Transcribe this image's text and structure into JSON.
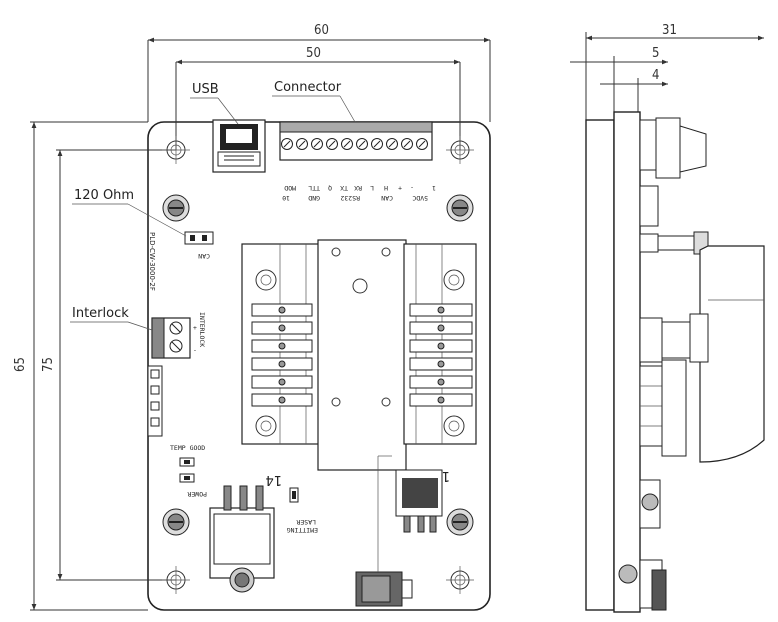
{
  "dimensions": {
    "width_outer": "60",
    "width_holes": "50",
    "height_outer": "65",
    "height_holes": "75",
    "side_depth": "31",
    "side_a": "5",
    "side_b": "4"
  },
  "callouts": {
    "usb": "USB",
    "connector": "Connector",
    "ohm": "120 Ohm",
    "interlock": "Interlock"
  },
  "connector_pins": [
    "MOD",
    "TTL",
    "Q",
    "TX",
    "RX",
    "L",
    "H",
    "+",
    "-"
  ],
  "connector_groups": {
    "gnd": "GND",
    "rs232": "RS232",
    "can": "CAN",
    "vdc": "5VDC",
    "pin1": "1",
    "pin10": "10"
  },
  "board_text": {
    "model": "PLD-CW-3000-2F",
    "can": "CAN",
    "interlock": "INTERLOCK",
    "temp_good": "TEMP GOOD",
    "power": "POWER",
    "laser_emitting_1": "LASER",
    "laser_emitting_2": "EMITTING",
    "pin14": "14",
    "pin1": "1",
    "plus": "+",
    "minus": "-"
  }
}
